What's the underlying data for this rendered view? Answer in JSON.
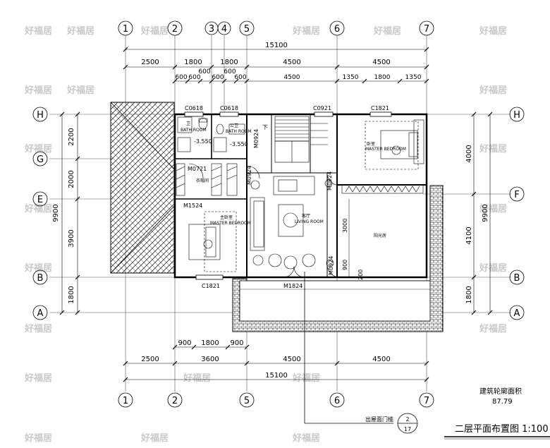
{
  "watermark": "好福居",
  "grid_axes_x": [
    "1",
    "2",
    "3",
    "4",
    "5",
    "6",
    "7"
  ],
  "grid_axes_x_bottom": [
    "1",
    "2",
    "5",
    "6",
    "7"
  ],
  "grid_axes_y": [
    "H",
    "G",
    "E",
    "B",
    "A"
  ],
  "grid_axes_y_right": [
    "H",
    "F",
    "B",
    "A"
  ],
  "dims_top": {
    "total": "15100",
    "row1": [
      "2500",
      "1800",
      "1800",
      "4500",
      "4500"
    ],
    "row2a": [
      "600",
      "600",
      "600",
      "600"
    ],
    "row2b": [
      "600",
      "600",
      "4500",
      "1350",
      "1800",
      "1350"
    ]
  },
  "dims_bottom": {
    "row1": [
      "900",
      "1800",
      "900"
    ],
    "row2": [
      "2500",
      "3600",
      "4500",
      "4500"
    ],
    "total": "15100"
  },
  "dims_left": {
    "segments": [
      "2200",
      "2000",
      "3900",
      "1800"
    ],
    "total": "9900"
  },
  "dims_right": {
    "segments": [
      "4000",
      "4100",
      "1800"
    ],
    "total": "9900"
  },
  "openings": {
    "c0618_a": "C0618",
    "c0618_b": "C0618",
    "c0921": "C0921",
    "c1821_top": "C1821",
    "c1821_bottom": "C1821",
    "m0721": "M0721",
    "m1524": "M1524",
    "m0924_a": "M0924",
    "m0924_b": "M0924",
    "m0924_c": "M0924",
    "m0924_d": "M0924",
    "m1824": "M1824"
  },
  "levels": {
    "l1": "-3.550",
    "l2": "-3.550"
  },
  "small_dims": {
    "d3000": "3000",
    "d900": "900",
    "d200": "200"
  },
  "rooms": {
    "bath1": "卫",
    "bath2": "公卫",
    "bath2_en": "BATH ROOM",
    "bath1_en": "BATH ROOM",
    "closet": "衣帽间",
    "master": "主卧室",
    "master_en": "MASTER BEDROOM",
    "living": "客厅",
    "living_en": "LIVING ROOM",
    "balcony": "阳光房",
    "bedroom_ne": "卧室",
    "bedroom_ne_en": "MASTER BEDROOM",
    "stair_down": "下"
  },
  "area": {
    "label": "建筑轮廓面积",
    "value": "87.79"
  },
  "section_label": "出屋面门槛",
  "section_marker": {
    "top": "2",
    "bottom": "17"
  },
  "title": "二层平面布置图 1:100"
}
